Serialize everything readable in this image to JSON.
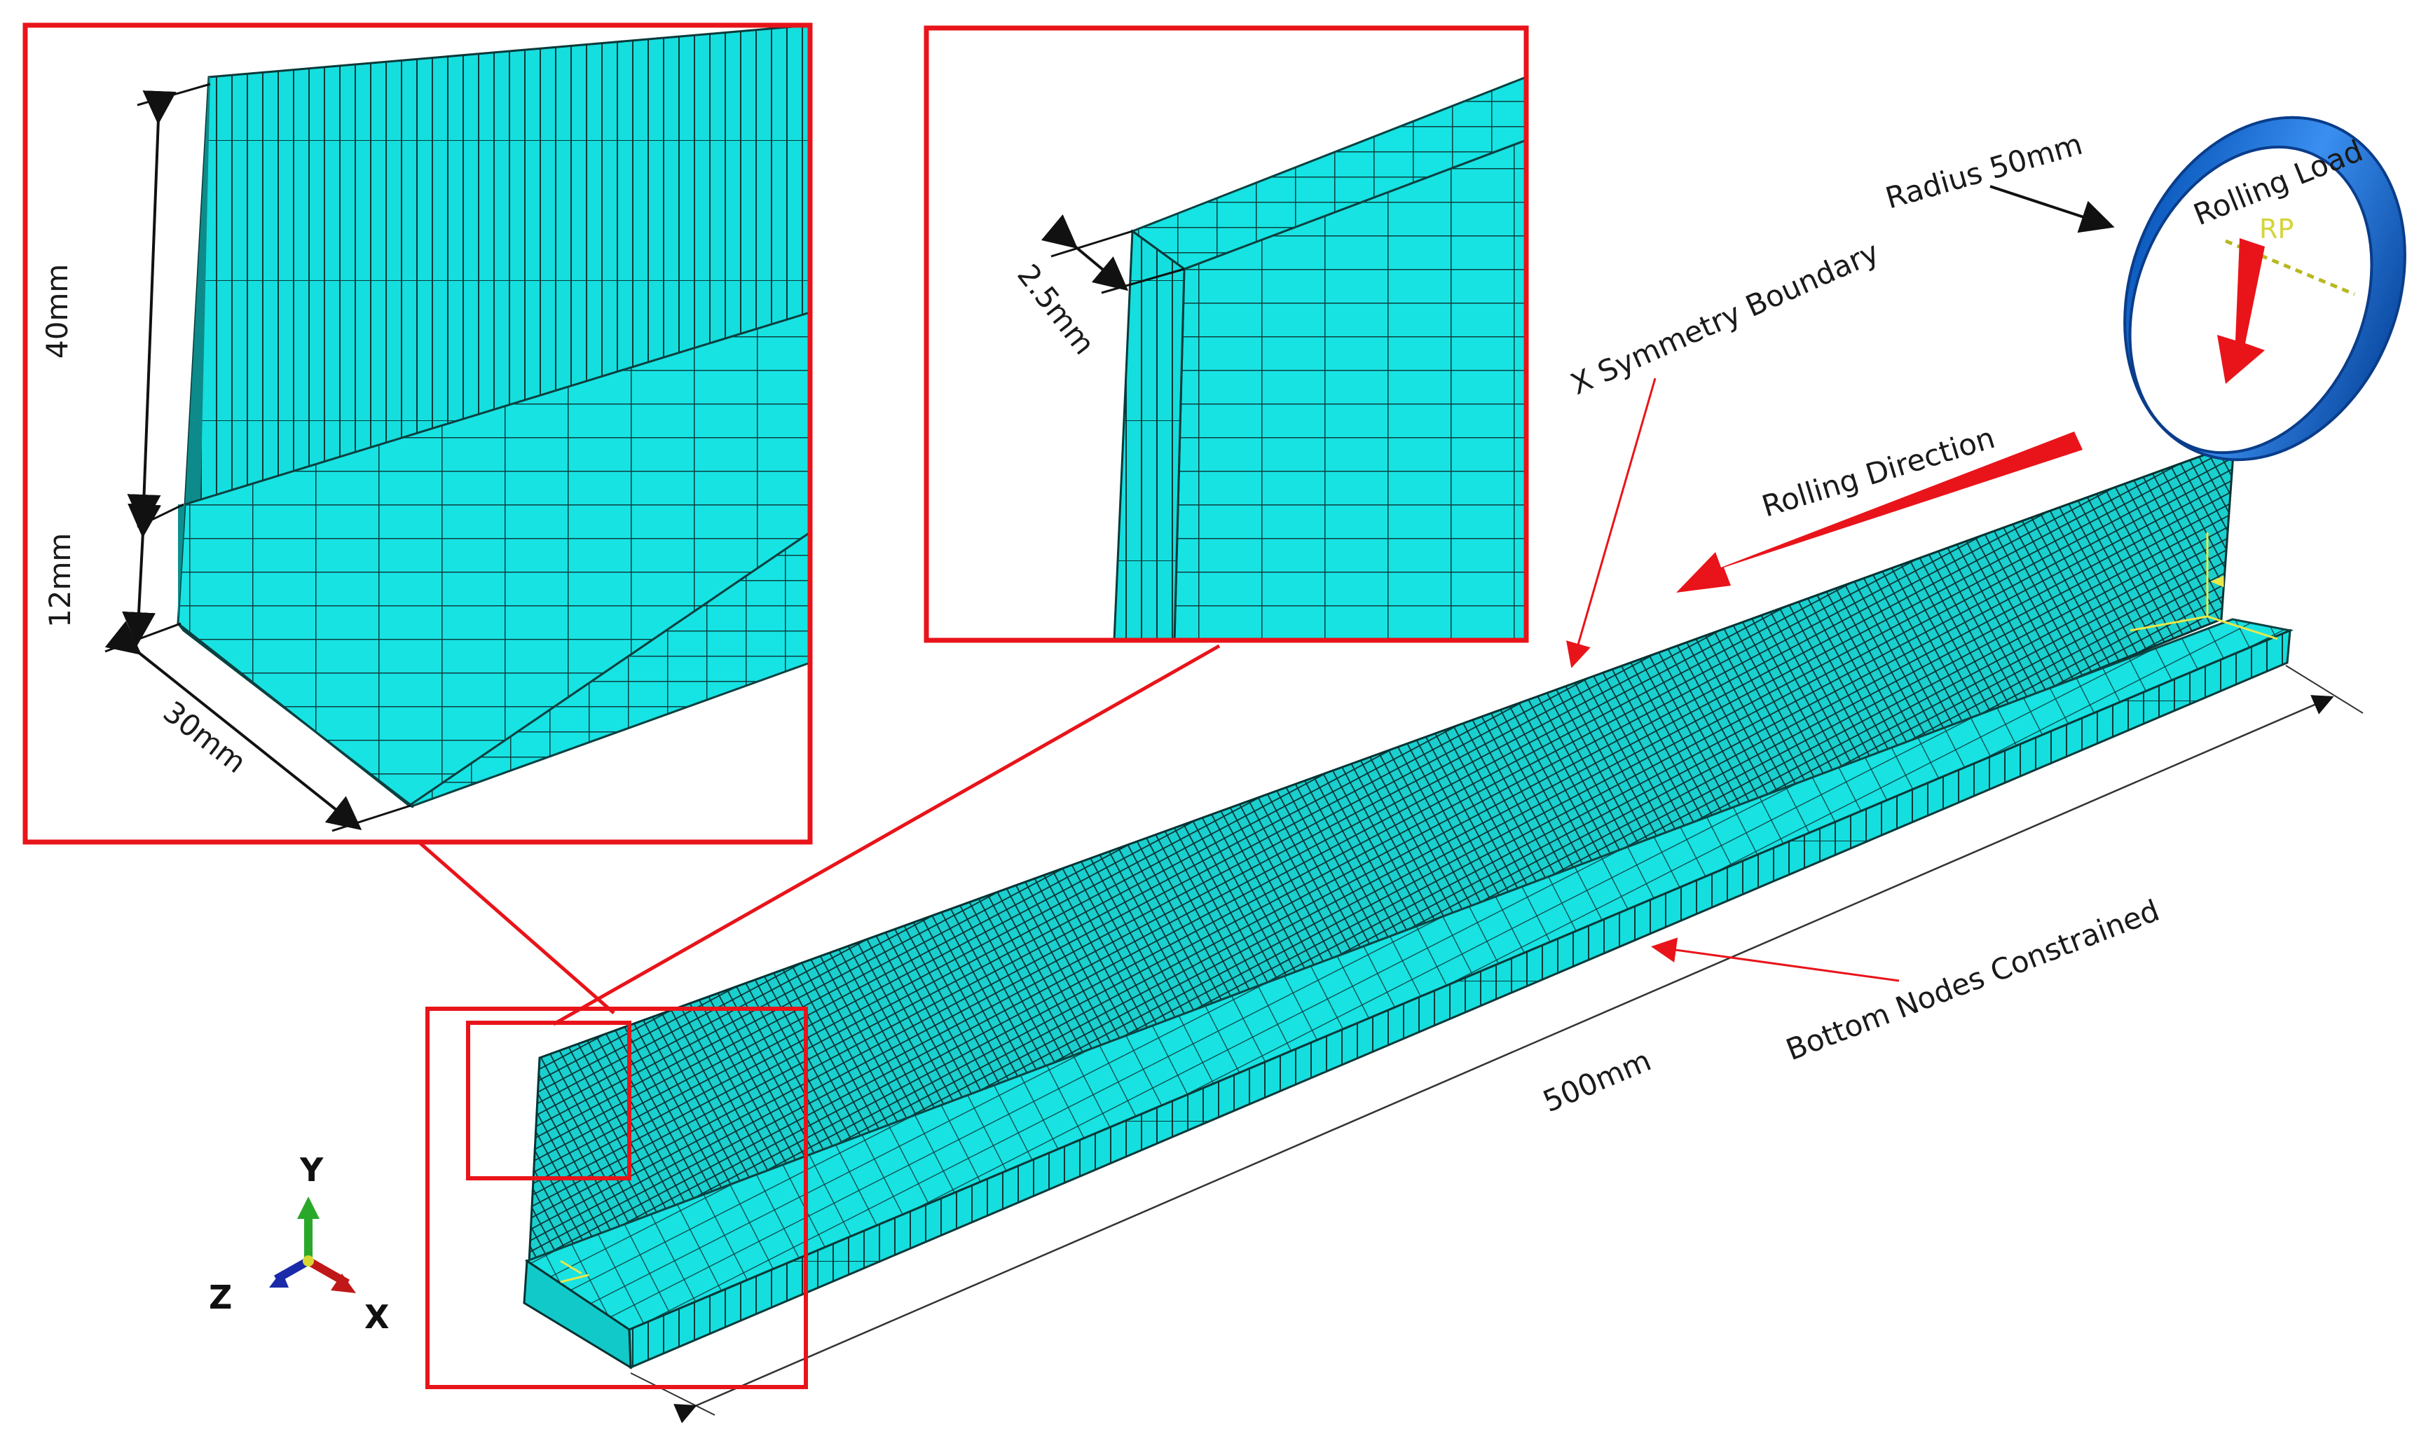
{
  "annotations": {
    "dim_40": "40mm",
    "dim_12": "12mm",
    "dim_30": "30mm",
    "dim_2_5": "2.5mm",
    "dim_500": "500mm",
    "radius": "Radius 50mm",
    "rolling_load": "Rolling Load",
    "rp": "RP",
    "symmetry": "X Symmetry Boundary",
    "rolling_direction": "Rolling Direction",
    "bottom_nodes": "Bottom Nodes Constrained"
  },
  "triad": {
    "y": "Y",
    "z": "Z",
    "x": "X"
  },
  "colors": {
    "mesh_fill": "#15e0e0",
    "mesh_dark": "#0a3a3a",
    "mesh_line": "#0c4646",
    "callout": "#e8141a",
    "roller": "#1a73d9",
    "roller_dark": "#0e4fa8"
  },
  "icons": [
    "axis-triad-icon",
    "reference-point-icon"
  ]
}
